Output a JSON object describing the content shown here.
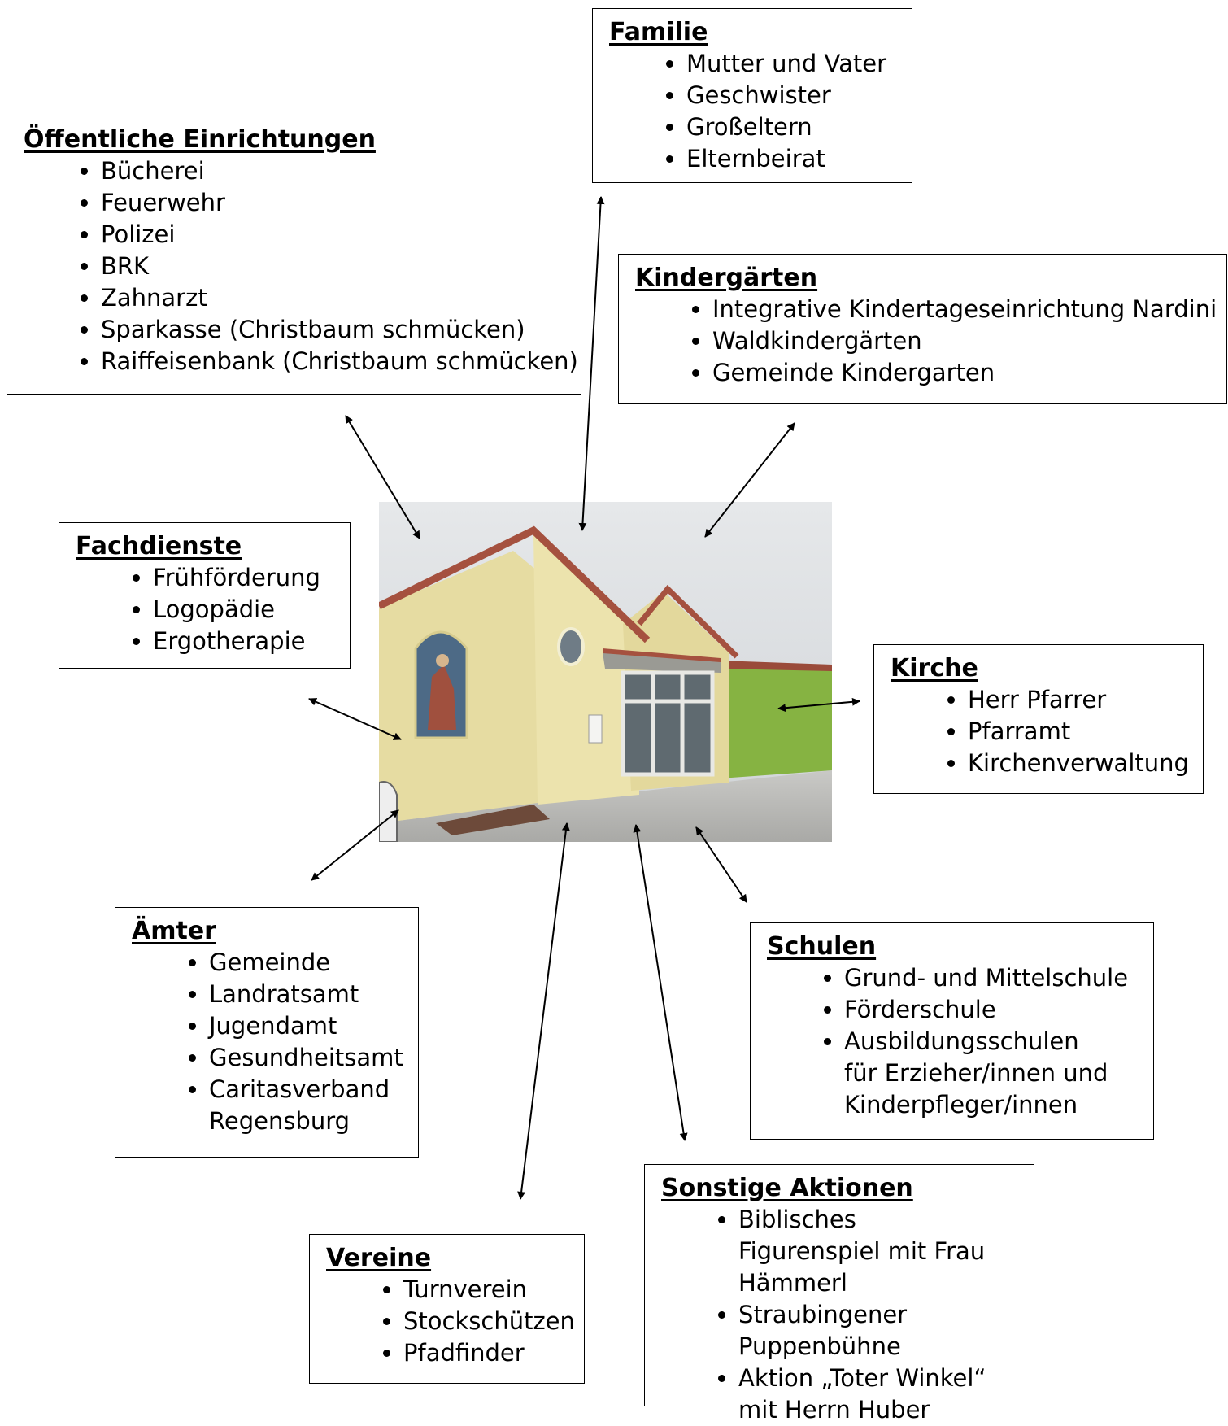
{
  "groups": {
    "familie": {
      "title": "Familie",
      "items": [
        "Mutter und Vater",
        "Geschwister",
        "Großeltern",
        "Elternbeirat"
      ]
    },
    "oeffentlich": {
      "title": "Öffentliche Einrichtungen",
      "items": [
        "Bücherei",
        "Feuerwehr",
        "Polizei",
        "BRK",
        "Zahnarzt",
        "Sparkasse (Christbaum schmücken)",
        "Raiffeisenbank (Christbaum schmücken)"
      ]
    },
    "kindergaerten": {
      "title": "Kindergärten",
      "items": [
        "Integrative Kindertageseinrichtung Nardini",
        "Waldkindergärten",
        "Gemeinde Kindergarten"
      ]
    },
    "fachdienste": {
      "title": "Fachdienste",
      "items": [
        "Frühförderung",
        "Logopädie",
        "Ergotherapie"
      ]
    },
    "kirche": {
      "title": "Kirche",
      "items": [
        "Herr Pfarrer",
        "Pfarramt",
        "Kirchenverwaltung"
      ]
    },
    "aemter": {
      "title": "Ämter",
      "items": [
        "Gemeinde",
        "Landratsamt",
        "Jugendamt",
        "Gesundheitsamt",
        "Caritasverband Regensburg"
      ]
    },
    "schulen": {
      "title": "Schulen",
      "items": [
        "Grund- und Mittelschule",
        "Förderschule",
        "Ausbildungsschulen für Erzieher/innen und Kinderpfleger/innen"
      ]
    },
    "vereine": {
      "title": "Vereine",
      "items": [
        "Turnverein",
        "Stockschützen",
        "Pfadfinder"
      ]
    },
    "sonstige": {
      "title": "Sonstige Aktionen",
      "items": [
        "Biblisches Figurenspiel mit Frau Hämmerl",
        "Straubingener Puppenbühne",
        "Aktion „Toter Winkel“ mit Herrn Huber"
      ]
    }
  },
  "colors": {
    "wall": "#e9dfa6",
    "roof": "#a5513f",
    "annex": "#86b342",
    "sky": "#dfe2e5",
    "pavement": "#b8b8b5"
  }
}
